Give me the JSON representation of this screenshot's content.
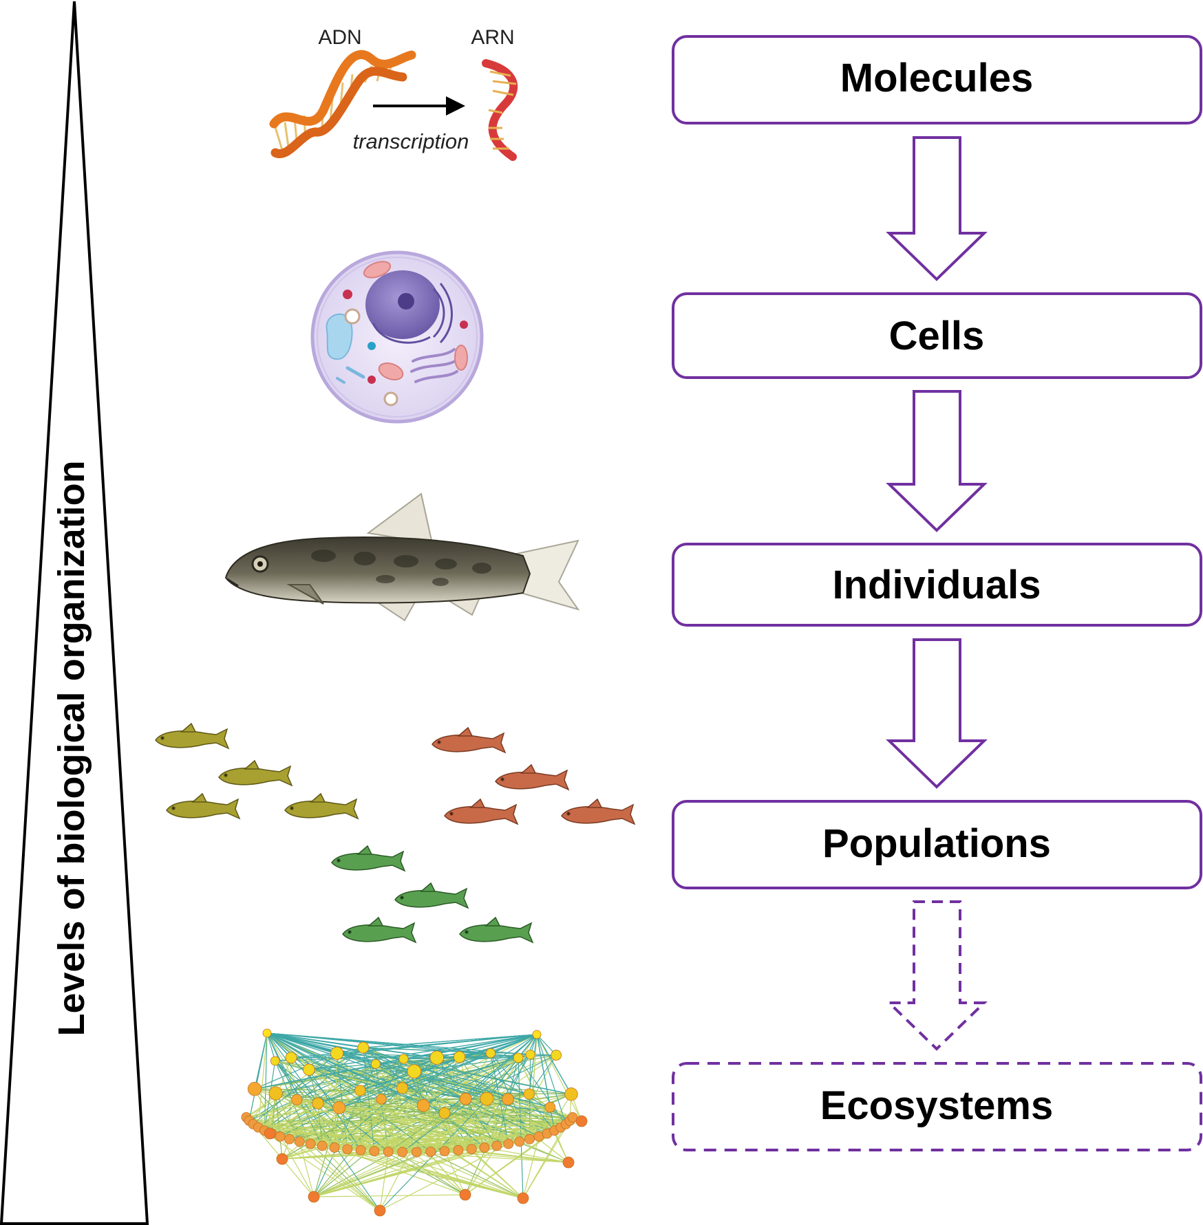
{
  "axis": {
    "label": "Levels of biological organization"
  },
  "levels": [
    {
      "label": "Molecules",
      "style": "solid"
    },
    {
      "label": "Cells",
      "style": "solid"
    },
    {
      "label": "Individuals",
      "style": "solid"
    },
    {
      "label": "Populations",
      "style": "solid"
    },
    {
      "label": "Ecosystems",
      "style": "dashed"
    }
  ],
  "arrows": [
    {
      "from": "Molecules",
      "to": "Cells",
      "style": "solid"
    },
    {
      "from": "Cells",
      "to": "Individuals",
      "style": "solid"
    },
    {
      "from": "Individuals",
      "to": "Populations",
      "style": "solid"
    },
    {
      "from": "Populations",
      "to": "Ecosystems",
      "style": "dashed"
    }
  ],
  "molecule_illustration": {
    "left_label": "ADN",
    "right_label": "ARN",
    "process_label": "transcription"
  },
  "icons": {
    "molecule": "dna-transcription-icon",
    "cell": "cell-icon",
    "individual": "fish-icon",
    "population": "fish-school-icon",
    "ecosystem": "food-web-network-icon"
  },
  "colors": {
    "accent": "#7030a0",
    "text": "#000000",
    "dna": "#e8781e",
    "rna": "#d83a3a"
  }
}
